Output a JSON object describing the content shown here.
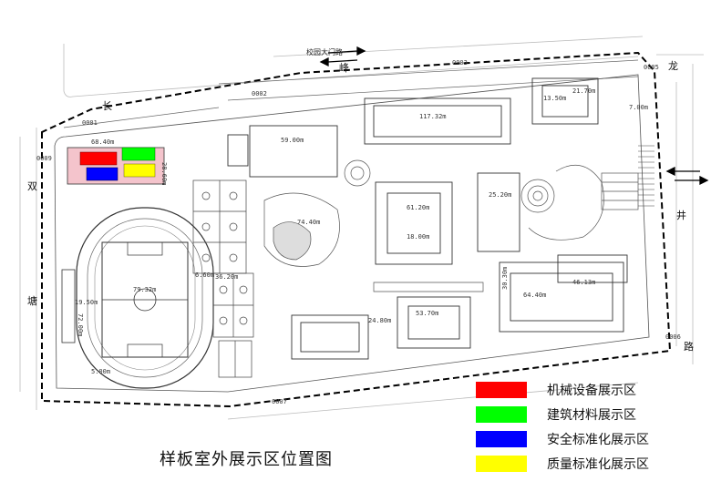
{
  "title": "样板室外展示区位置图",
  "legend": [
    {
      "label": "机械设备展示区",
      "color": "#ff0000"
    },
    {
      "label": "建筑材料展示区",
      "color": "#00ff00"
    },
    {
      "label": "安全标准化展示区",
      "color": "#0000ff"
    },
    {
      "label": "质量标准化展示区",
      "color": "#ffff00"
    }
  ],
  "roads": {
    "top_chars": [
      "长",
      "峰"
    ],
    "top_right": "龙",
    "left_chars": [
      "双",
      "塘"
    ],
    "right_chars": [
      "井",
      "路"
    ],
    "top_name": "校园大门路"
  },
  "codes": [
    "0001",
    "0002",
    "0003",
    "0005",
    "0006",
    "0007",
    "0009"
  ],
  "dimensions": {
    "d_68_40": "68.40m",
    "d_28_60": "28.60m",
    "d_59_00": "59.00m",
    "d_117_32": "117.32m",
    "d_21_70": "21.70m",
    "d_13_50": "13.50m",
    "d_74_40": "74.40m",
    "d_61_20": "61.20m",
    "d_18_00": "18.00m",
    "d_25_20": "25.20m",
    "d_79_32": "79.32m",
    "d_19_50": "19.50m",
    "d_72_00": "72.00m",
    "d_36_20": "36.20m",
    "d_53_70": "53.70m",
    "d_24_80": "24.80m",
    "d_64_40": "64.40m",
    "d_46_13": "46.13m",
    "d_30_30": "30.30m",
    "d_5_00": "5.00m",
    "d_6_60": "6.60m",
    "d_7_00": "7.00m"
  }
}
